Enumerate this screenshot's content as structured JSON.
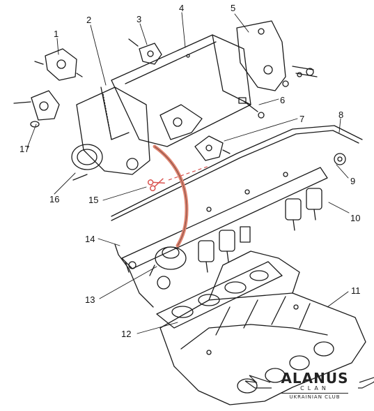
{
  "diagram": {
    "part_numbers": [
      "1",
      "2",
      "3",
      "4",
      "5",
      "6",
      "7",
      "8",
      "9",
      "10",
      "11",
      "12",
      "13",
      "14",
      "15",
      "16",
      "17"
    ]
  },
  "watermark": {
    "logo_text": "ALANUS",
    "sub_text": "CLAN",
    "club_text": "UKRAINIAN CLUB"
  },
  "colors": {
    "line": "#1a1a1a",
    "highlight_hose": "#e0836f",
    "cut_marker": "#d9534f"
  },
  "icons": [
    "scissors-icon"
  ]
}
